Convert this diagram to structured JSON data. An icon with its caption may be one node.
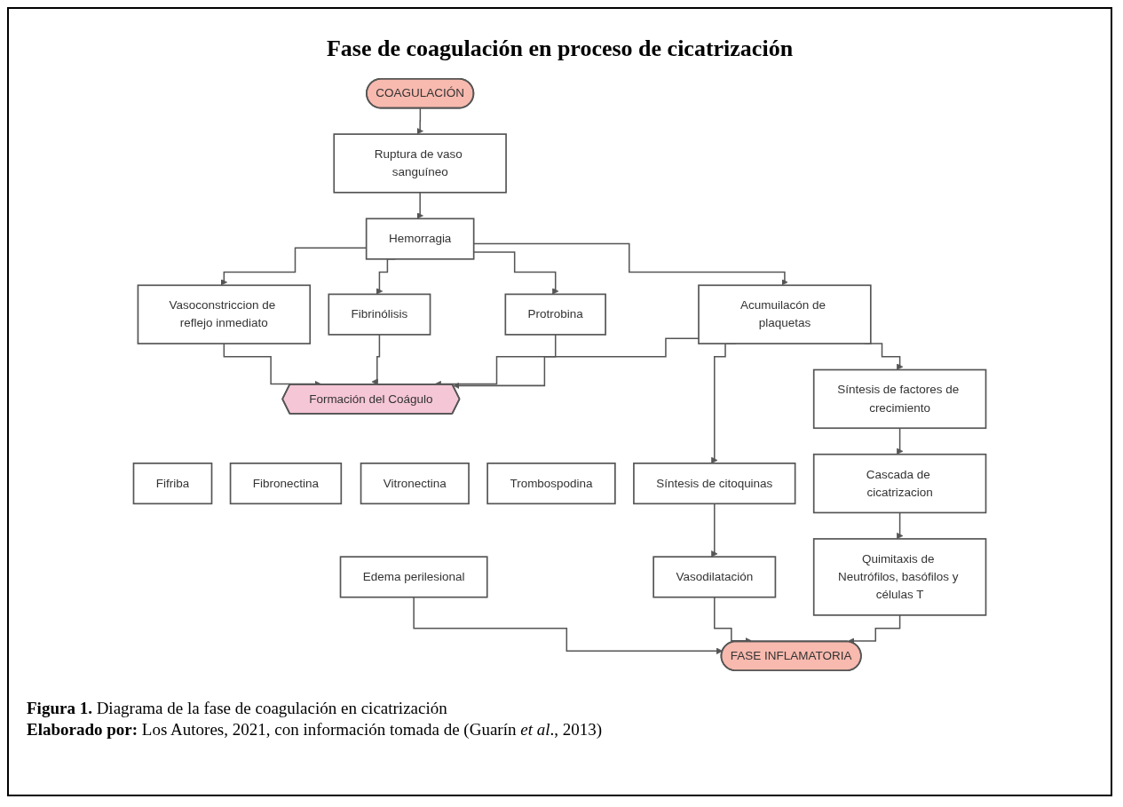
{
  "diagram": {
    "title": "Fase de coagulación en proceso de cicatrización",
    "caption": "**Figura 1.** Diagrama de la fase de coagulación en cicatrización",
    "nodes": [
      {
        "text": [
          "COAGULACIÓN"
        ]
      },
      {
        "text": [
          "Ruptura de vaso sanguíneo"
        ]
      },
      {
        "text": [
          "Hemorragia"
        ]
      },
      {
        "text": [
          "Vasoconstriccion de reflejo inmediato"
        ]
      },
      {
        "text": [
          "Fibrinólisis"
        ]
      },
      {
        "text": [
          "Protrobina"
        ]
      },
      {
        "text": [
          "Acumuilacón de plaquetas"
        ]
      },
      {
        "text": [
          "Síntesis de citoquinas"
        ]
      },
      {
        "text": [
          "Síntesis de factores de crecimiento"
        ]
      },
      {
        "text": [
          "Formación del Coágulo"
        ]
      },
      {
        "text": [
          "Vasodilatación"
        ]
      },
      {
        "text": [
          "Cascada de cicatrizacion"
        ]
      },
      {
        "text": [
          "Fifriba"
        ]
      },
      {
        "text": [
          "Fibronectina"
        ]
      },
      {
        "text": [
          "Vitronectina"
        ]
      },
      {
        "text": [
          "Trombospodina"
        ]
      },
      {
        "text": [
          "Quimitaxis de Neutrófilos, basófilos y células T"
        ]
      },
      {
        "text": [
          "Edema perilesional"
        ]
      },
      {
        "text": [
          "FASE INFLAMATORIA"
        ]
      }
    ],
    "edges": [
      {
        "from": 0,
        "to": 1,
        "arrow": "to"
      },
      {
        "from": 1,
        "to": 2,
        "arrow": "to"
      },
      {
        "from": 2,
        "to": 3,
        "arrow": "to"
      },
      {
        "from": 2,
        "to": 4,
        "arrow": "to"
      },
      {
        "from": 2,
        "to": 5,
        "arrow": "to"
      },
      {
        "from": 2,
        "to": 6,
        "arrow": "to"
      },
      {
        "from": 3,
        "to": 9,
        "arrow": "to"
      },
      {
        "from": 4,
        "to": 9,
        "arrow": "to"
      },
      {
        "from": 5,
        "to": 9,
        "arrow": "to"
      },
      {
        "from": 6,
        "to": 9,
        "arrow": "to"
      },
      {
        "from": 6,
        "to": 7,
        "arrow": "to"
      },
      {
        "from": 6,
        "to": 8,
        "arrow": "to"
      },
      {
        "from": 7,
        "to": 10,
        "arrow": "to"
      },
      {
        "from": 8,
        "to": 11,
        "arrow": "to"
      },
      {
        "from": 11,
        "to": 16,
        "arrow": "to"
      },
      {
        "from": 10,
        "to": 18,
        "arrow": "to"
      },
      {
        "from": 16,
        "to": 18,
        "arrow": "to"
      },
      {
        "from": 17,
        "to": 18,
        "arrow": "to"
      }
    ],
    "labels": [
      "**Elaborado por:** Los Autores, 2021, con información tomada de (Guarín *et al*., 2013)"
    ]
  }
}
